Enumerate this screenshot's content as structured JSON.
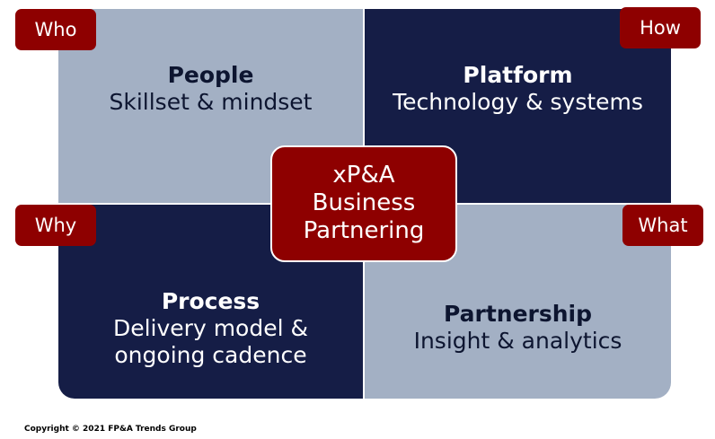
{
  "quadrants": {
    "people": {
      "title": "People",
      "subtitle": "Skillset & mindset"
    },
    "platform": {
      "title": "Platform",
      "subtitle": "Technology & systems"
    },
    "process": {
      "title": "Process",
      "subtitle": "Delivery model &\nongoing cadence"
    },
    "partnership": {
      "title": "Partnership",
      "subtitle": "Insight & analytics"
    }
  },
  "tags": {
    "who": "Who",
    "how": "How",
    "why": "Why",
    "what": "What"
  },
  "center": {
    "text": "xP&A\nBusiness\nPartnering"
  },
  "footer": {
    "copyright": "Copyright © 2021  FP&A Trends Group"
  },
  "colors": {
    "light_quadrant": "#a3b0c4",
    "dark_quadrant": "#151d46",
    "accent_red": "#8e0000"
  }
}
